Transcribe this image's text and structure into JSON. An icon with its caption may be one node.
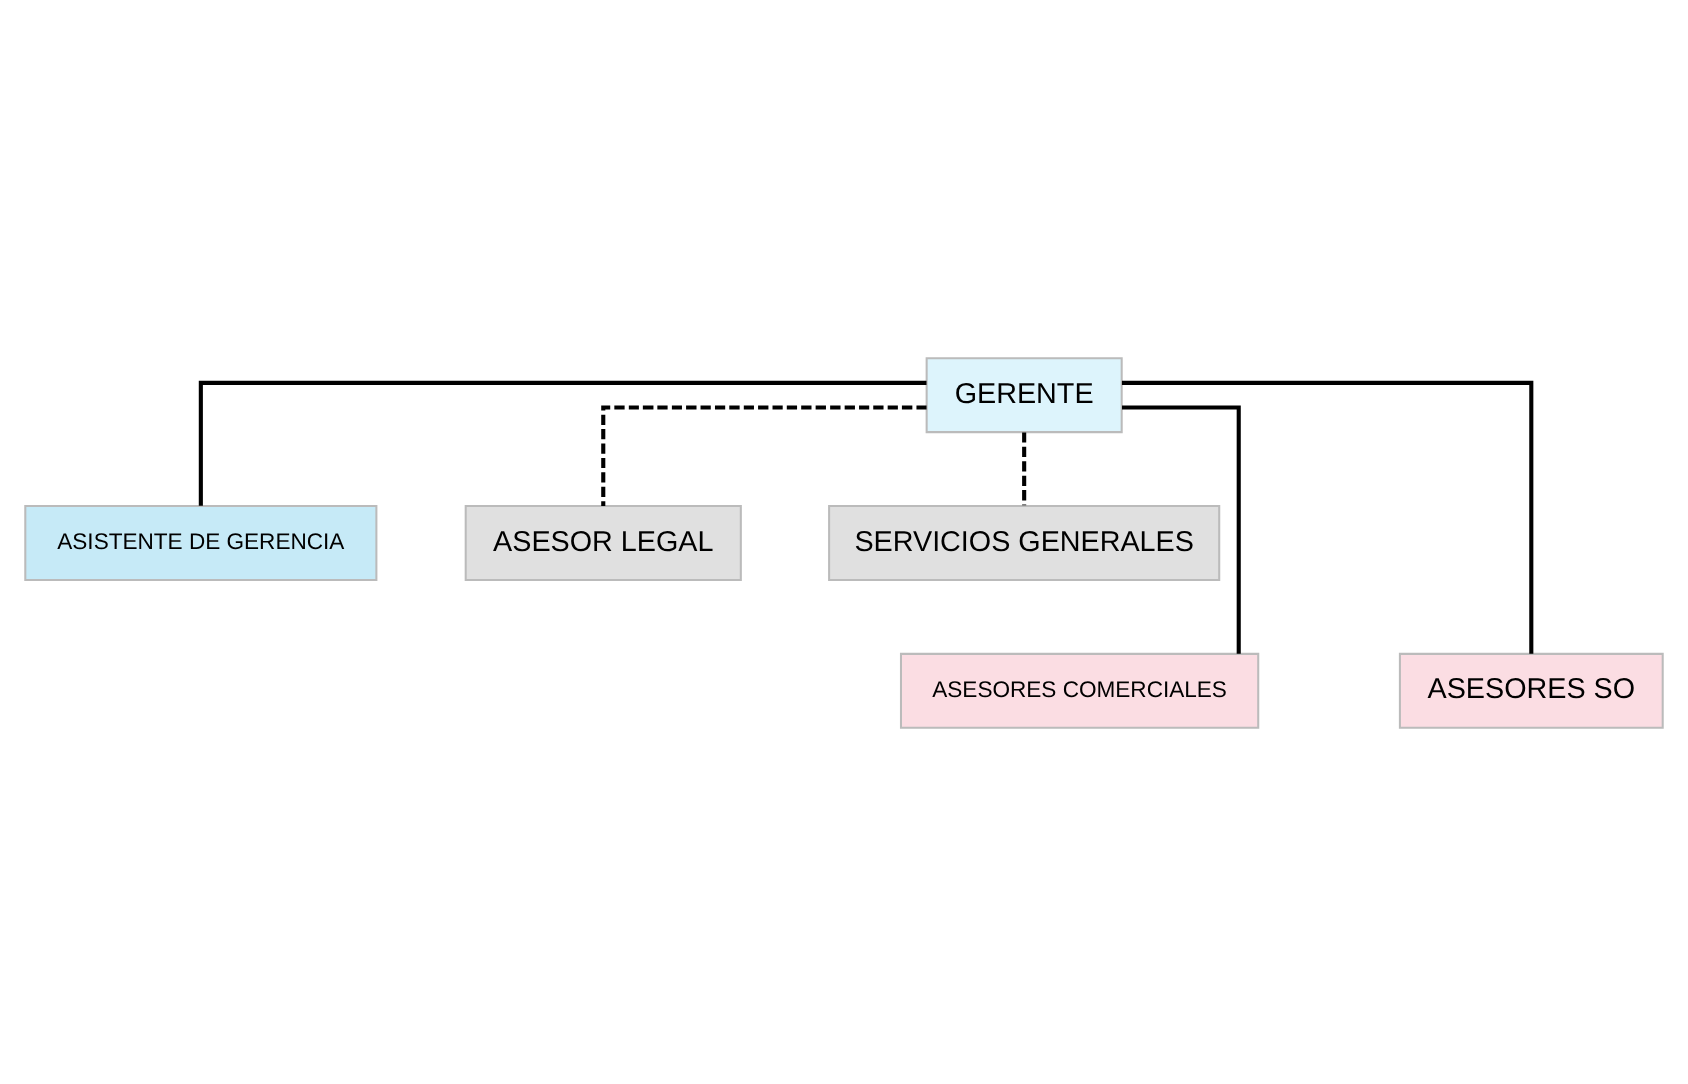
{
  "diagram": {
    "nodes": [
      {
        "text": [
          "GERENTE"
        ]
      },
      {
        "text": [
          "ASISTENTE DE GERENCIA"
        ]
      },
      {
        "text": [
          "ASESOR LEGAL"
        ]
      },
      {
        "text": [
          "SERVICIOS GENERALES"
        ]
      },
      {
        "text": [
          "ASESORES COMERCIALES"
        ]
      },
      {
        "text": [
          "ASESORES SO"
        ]
      }
    ],
    "edges": [
      {
        "from": 0,
        "to": 1,
        "arrow": "none"
      },
      {
        "from": 0,
        "to": 2,
        "arrow": "none",
        "style": "dashed"
      },
      {
        "from": 0,
        "to": 3,
        "arrow": "none",
        "style": "dashed"
      },
      {
        "from": 0,
        "to": 4,
        "arrow": "none"
      },
      {
        "from": 0,
        "to": 5,
        "arrow": "none"
      }
    ]
  }
}
